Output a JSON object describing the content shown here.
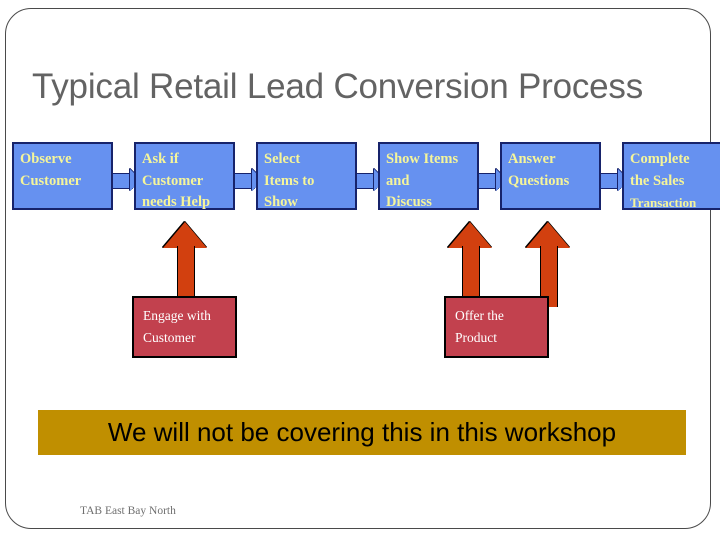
{
  "slide": {
    "title": "Typical Retail Lead Conversion Process",
    "footer": "TAB East Bay North",
    "colors": {
      "process_box_fill": "#6691f0",
      "process_box_border": "#17236b",
      "process_box_text": "#f5f59a",
      "support_box_fill": "#c2414e",
      "support_box_border": "#000000",
      "support_box_text": "#ffffff",
      "arrow_fill": "#d2400f",
      "banner_fill": "#c08f00",
      "banner_text": "#000000",
      "title_text": "#636363",
      "frame_border": "#4a4a4a"
    }
  },
  "process_steps": [
    {
      "id": "observe-customer",
      "lines": [
        "Observe",
        "Customer"
      ]
    },
    {
      "id": "ask-if-needs-help",
      "lines": [
        "Ask if",
        "Customer",
        "needs Help"
      ]
    },
    {
      "id": "select-items",
      "lines": [
        "Select",
        "Items to",
        "Show"
      ]
    },
    {
      "id": "show-items-discuss",
      "lines": [
        "Show Items",
        "and",
        "Discuss"
      ]
    },
    {
      "id": "answer-questions",
      "lines": [
        "Answer",
        "Questions"
      ]
    },
    {
      "id": "complete-sale",
      "lines": [
        "Complete",
        "the Sales",
        "Transaction"
      ]
    }
  ],
  "support_steps": [
    {
      "id": "engage-with-customer",
      "lines": [
        "Engage with",
        "Customer"
      ]
    },
    {
      "id": "offer-the-product",
      "lines": [
        "Offer the",
        "Product"
      ]
    }
  ],
  "banner": {
    "text": "We will not be covering this in this workshop"
  },
  "icons": {
    "flow_connector": "right-arrow-icon",
    "support_link": "up-arrow-icon"
  }
}
